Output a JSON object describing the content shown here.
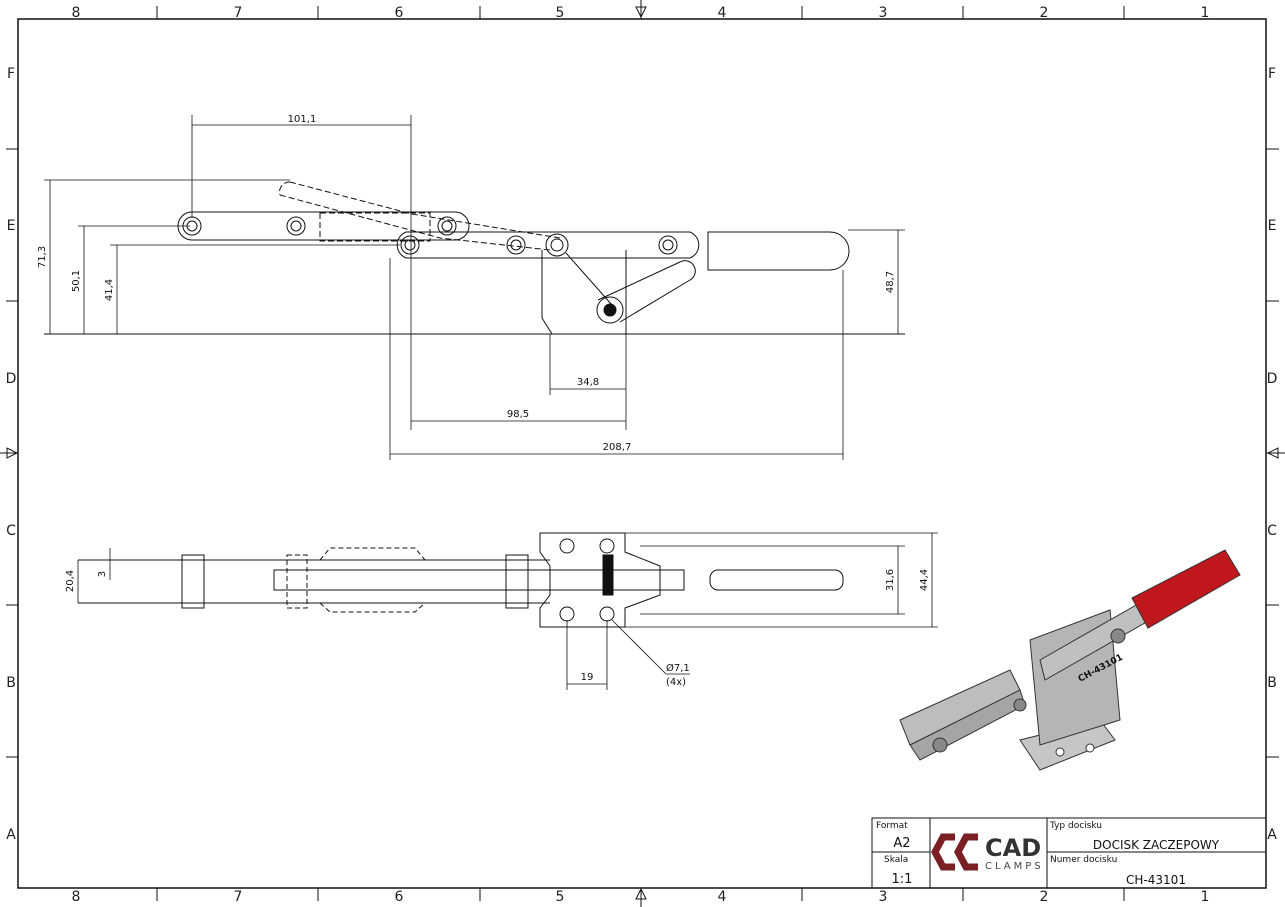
{
  "border": {
    "columns": [
      "8",
      "7",
      "6",
      "5",
      "4",
      "3",
      "2",
      "1"
    ],
    "rows": [
      "F",
      "E",
      "D",
      "C",
      "B",
      "A"
    ]
  },
  "dimensions": {
    "top_span": "101,1",
    "height_total": "71,3",
    "height_mid": "50,1",
    "height_low": "41,4",
    "height_right": "48,7",
    "base_width": "34,8",
    "pivot_to_base": "98,5",
    "overall_length": "208,7",
    "side_width": "20,4",
    "side_small": "3",
    "base_inner": "31,6",
    "base_outer": "44,4",
    "hole_spacing": "19",
    "hole_dia": "Ø7,1",
    "hole_count": "(4x)"
  },
  "part_label": "CH-43101",
  "title_block": {
    "format_label": "Format",
    "format_value": "A2",
    "scale_label": "Skala",
    "scale_value": "1:1",
    "type_label": "Typ docisku",
    "type_value": "DOCISK ZACZEPOWY",
    "number_label": "Numer docisku",
    "number_value": "CH-43101"
  },
  "logo": {
    "main": "CAD",
    "sub": "CLAMPS"
  },
  "colors": {
    "line": "#111111",
    "logo_red": "#7a1f24",
    "handle_red": "#c0171c",
    "metal": "#b9b9b9"
  }
}
